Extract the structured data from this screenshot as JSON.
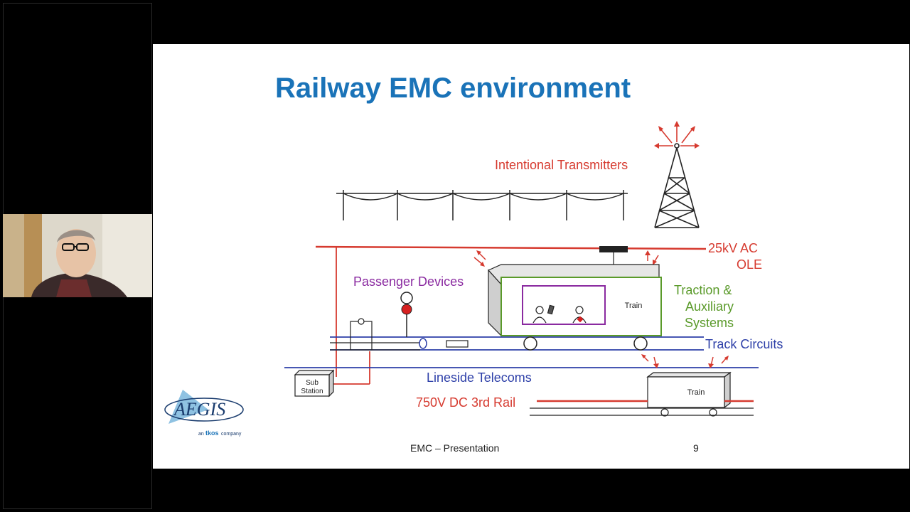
{
  "slide": {
    "title": "Railway EMC environment",
    "footer_text": "EMC – Presentation",
    "page_number": "9"
  },
  "logo": {
    "name": "AEGIS",
    "tagline_prefix": "an",
    "tagline_brand": "tkos",
    "tagline_suffix": "company"
  },
  "diagram": {
    "labels": {
      "intentional_transmitters": "Intentional Transmitters",
      "ole_line1": "25kV AC",
      "ole_line2": "OLE",
      "passenger_devices": "Passenger Devices",
      "traction_line1": "Traction &",
      "traction_line2": "Auxiliary",
      "traction_line3": "Systems",
      "track_circuits": "Track Circuits",
      "lineside_telecoms": "Lineside Telecoms",
      "third_rail": "750V DC 3rd Rail",
      "sub_station_line1": "Sub",
      "sub_station_line2": "Station",
      "train_main": "Train",
      "train_small": "Train"
    },
    "colors": {
      "red": "#d63a2f",
      "blue": "#2d3fa8",
      "purple": "#8a2aa0",
      "green": "#5a9a2a",
      "dark": "#222222"
    }
  },
  "icons": {
    "webcam": "presenter-webcam",
    "antenna": "radio-tower-icon"
  }
}
